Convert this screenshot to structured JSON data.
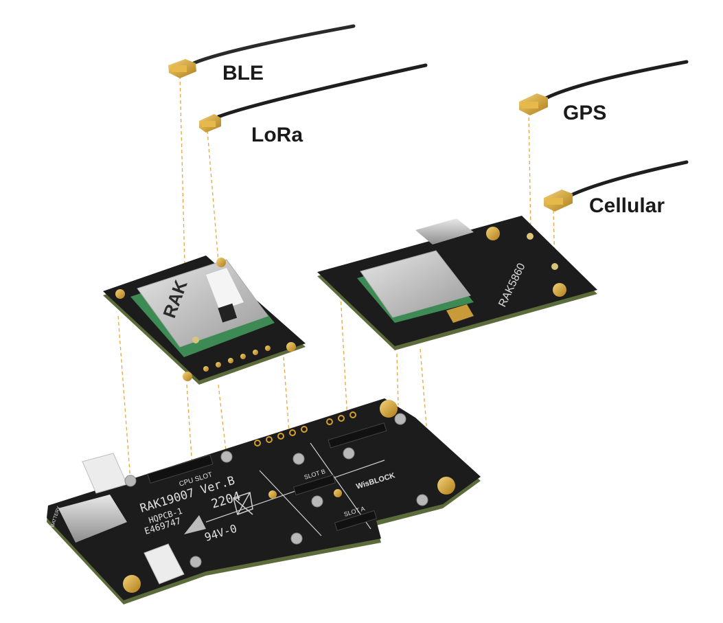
{
  "antennas": [
    {
      "id": "ble",
      "label": "BLE"
    },
    {
      "id": "lora",
      "label": "LoRa"
    },
    {
      "id": "gps",
      "label": "GPS"
    },
    {
      "id": "cellular",
      "label": "Cellular"
    }
  ],
  "lora_module": {
    "brand": "RAK"
  },
  "cellular_module": {
    "name": "RAK5860"
  },
  "base_board": {
    "model": "RAK19007 Ver.B",
    "pcb_code": "HQPCB-1",
    "date_code": "2204",
    "ul_code": "E469747",
    "flammability": "94V-0",
    "cpu_slot_label": "CPU SLOT",
    "slot_a_label": "SLOT A",
    "slot_b_label": "SLOT B",
    "brand_logo": "WisBLOCK",
    "battery_label": "BATTERY"
  },
  "colors": {
    "pcb": "#1c1c1c",
    "pcb_edge": "#5a6a3a",
    "gold": "#d4a02a",
    "guide_line": "#e8a640",
    "cable": "#1e1e1e"
  }
}
